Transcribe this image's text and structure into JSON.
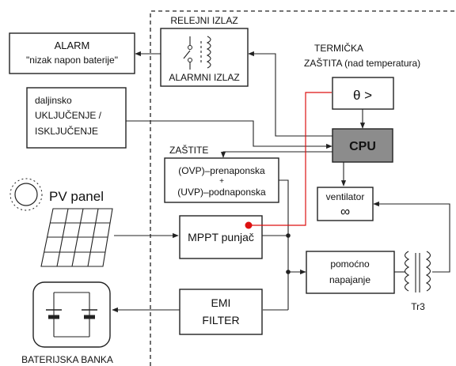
{
  "labels": {
    "relay_title": "RELEJNI IZLAZ",
    "relay_sub": "ALARMNI IZLAZ",
    "alarm_line1": "ALARM",
    "alarm_line2": "\"nizak napon baterije\"",
    "remote_line1": "daljinsko",
    "remote_line2": "UKLJUČENJE /",
    "remote_line3": "ISKLJUČENJE",
    "thermal_line1": "TERMIČKA",
    "thermal_line2": "ZAŠTITA (nad temperatura)",
    "thermal_symbol": "θ >",
    "cpu": "CPU",
    "protections_title": "ZAŠTITE",
    "ovp": "(OVP)–prenaponska",
    "plus": "+",
    "uvp": "(UVP)–podnaponska",
    "fan": "ventilator",
    "fan_symbol": "∞",
    "pv_panel": "PV panel",
    "mppt": "MPPT punjač",
    "aux_line1": "pomoćno",
    "aux_line2": "napajanje",
    "transformer": "Tr3",
    "emi_line1": "EMI",
    "emi_line2": "FILTER",
    "battery_bank": "BATERIJSKA BANKA"
  },
  "colors": {
    "cpu_fill": "#8c8c8c",
    "sensor_line": "#dd1111",
    "line": "#222222"
  },
  "icons": {
    "sun": "sun-icon",
    "pv": "solar-panel-icon",
    "battery": "battery-bank-icon",
    "relay": "relay-contact-icon",
    "transformer": "transformer-coil-icon"
  }
}
